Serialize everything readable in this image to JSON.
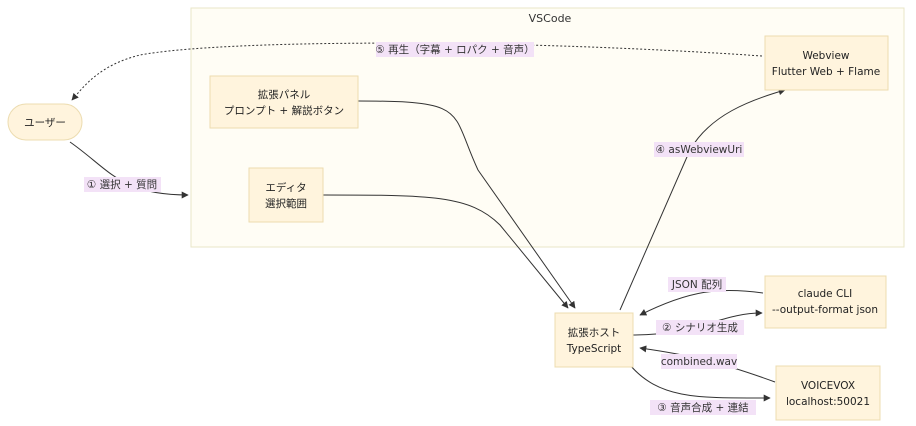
{
  "cluster": {
    "title": "VSCode"
  },
  "nodes": {
    "user": {
      "label": "ユーザー"
    },
    "ext_panel": {
      "line1": "拡張パネル",
      "line2": "プロンプト + 解説ボタン"
    },
    "editor": {
      "line1": "エディタ",
      "line2": "選択範囲"
    },
    "webview": {
      "line1": "Webview",
      "line2": "Flutter Web + Flame"
    },
    "ext_host": {
      "line1": "拡張ホスト",
      "line2": "TypeScript"
    },
    "claude": {
      "line1": "claude CLI",
      "line2": "--output-format json"
    },
    "voicevox": {
      "line1": "VOICEVOX",
      "line2": "localhost:50021"
    }
  },
  "edges": {
    "select_question": "① 選択 + 質問",
    "scenario_gen": "② シナリオ生成",
    "json_array": "JSON 配列",
    "tts_concat": "③ 音声合成 + 連結",
    "combined_wav": "combined.wav",
    "as_webview_uri": "④ asWebviewUri",
    "playback": "⑤ 再生（字幕 + ロパク + 音声）"
  },
  "colors": {
    "cluster_fill": "#fffdf5",
    "cluster_stroke": "#e8e6c8",
    "node_fill": "#fff4dd",
    "node_stroke": "#ecdcb0",
    "label_bg": "#f3e2f7",
    "line": "#333333"
  }
}
